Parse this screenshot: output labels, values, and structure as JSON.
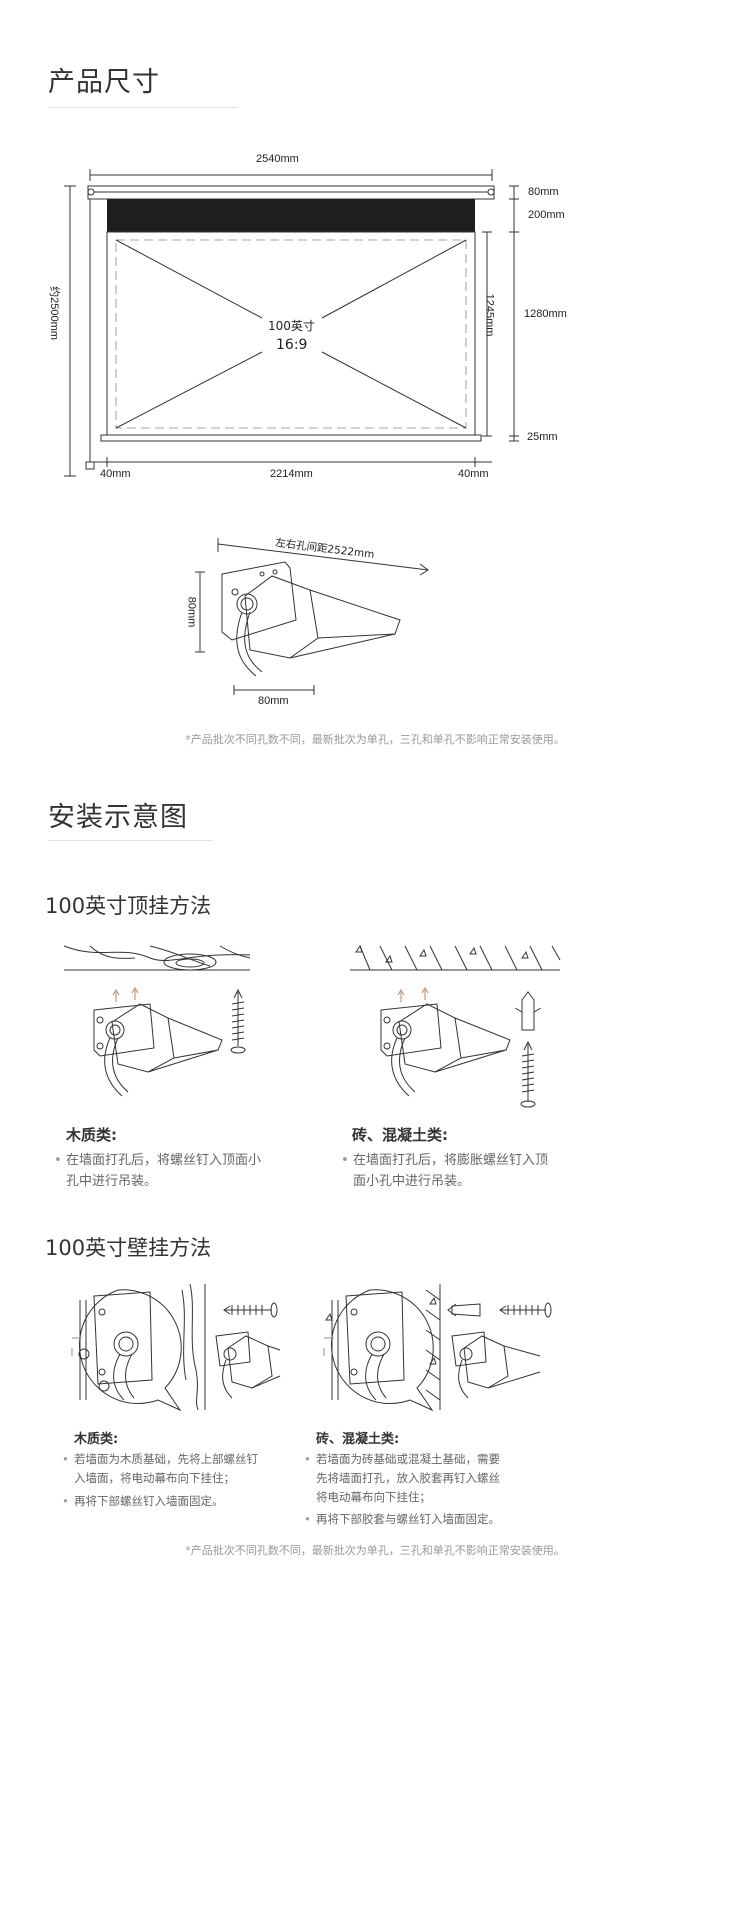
{
  "sections": {
    "size": {
      "title": "产品尺寸"
    },
    "install": {
      "title": "安装示意图"
    }
  },
  "screen_dims": {
    "width_total": "2540mm",
    "height_total": "约2500mm",
    "top_case": "80mm",
    "black_border": "200mm",
    "view_height_inner": "1245mm",
    "view_height": "1280mm",
    "bottom_bar": "25mm",
    "left_margin": "40mm",
    "view_width": "2214mm",
    "right_margin": "40mm",
    "size_label": "100英寸",
    "ratio_label": "16:9"
  },
  "bracket": {
    "hole_spacing": "左右孔间距2522mm",
    "height": "80mm",
    "width": "80mm"
  },
  "footnote": "*产品批次不同孔数不同，最新批次为单孔，三孔和单孔不影响正常安装使用。",
  "ceiling": {
    "title": "100英寸顶挂方法",
    "wood": {
      "label": "木质类:",
      "text": "在墙面打孔后，将螺丝钉入顶面小孔中进行吊装。"
    },
    "brick": {
      "label": "砖、混凝土类:",
      "text": "在墙面打孔后，将膨胀螺丝钉入顶面小孔中进行吊装。"
    }
  },
  "wall": {
    "title": "100英寸壁挂方法",
    "wood": {
      "label": "木质类:",
      "text1": "若墙面为木质基础，先将上部螺丝钉入墙面，将电动幕布向下挂住；",
      "text2": "再将下部螺丝钉入墙面固定。"
    },
    "brick": {
      "label": "砖、混凝土类:",
      "text1": "若墙面为砖基础或混凝土基础，需要先将墙面打孔，放入胶套再钉入螺丝将电动幕布向下挂住；",
      "text2": "再将下部胶套与螺丝钉入墙面固定。"
    }
  }
}
